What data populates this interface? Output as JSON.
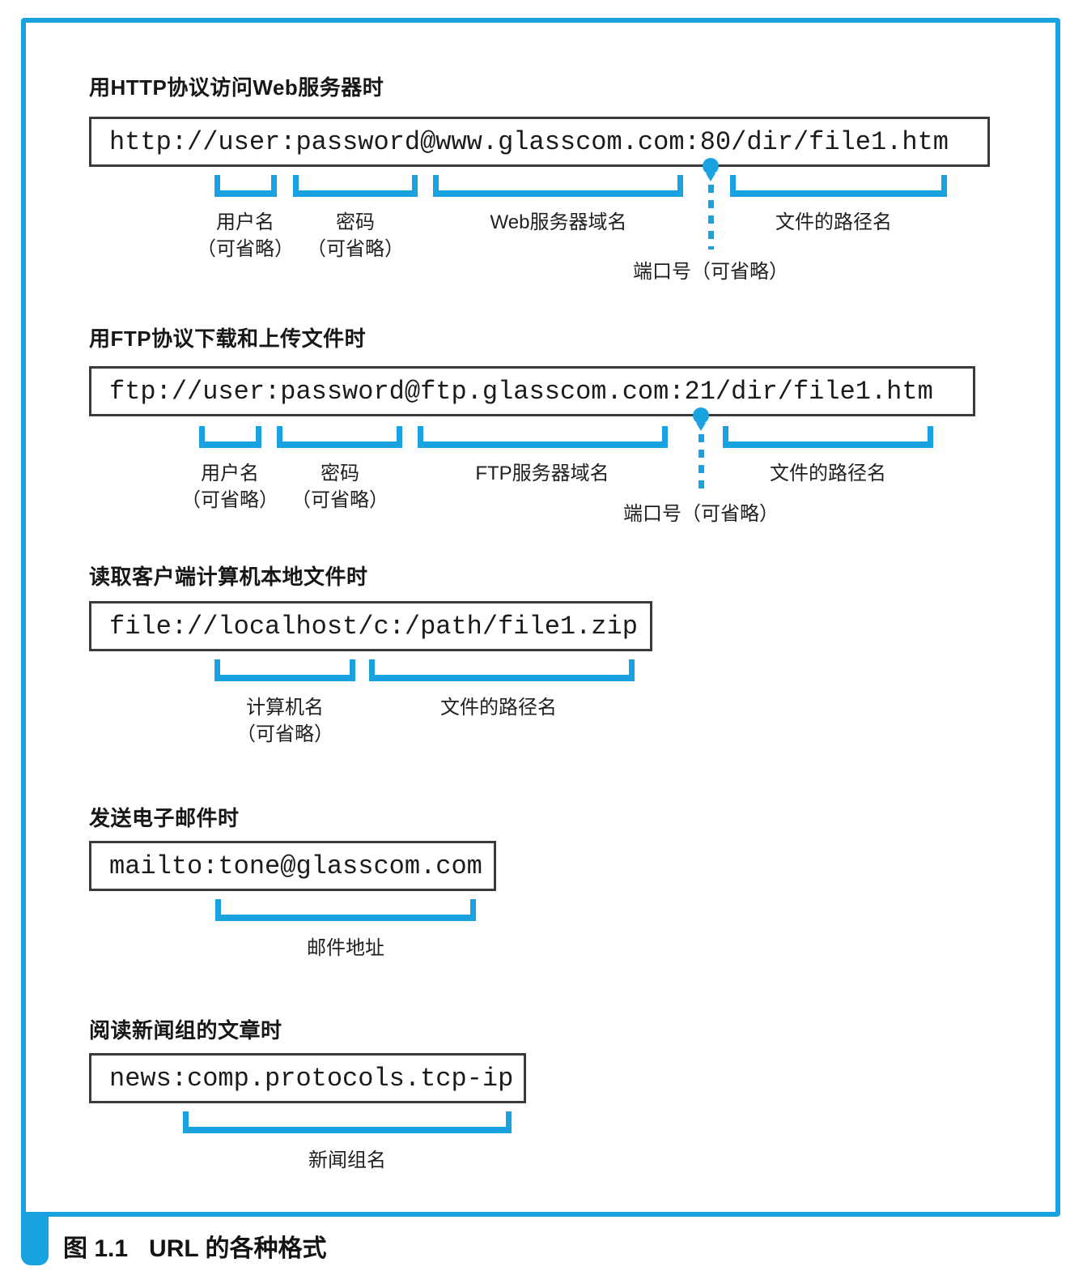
{
  "colors": {
    "accent": "#18a2e0",
    "box_border": "#3a3a3a",
    "text": "#1a1a1a"
  },
  "caption": {
    "prefix": "图 1.1",
    "title": "URL 的各种格式"
  },
  "sections": [
    {
      "id": "http",
      "heading": "用HTTP协议访问Web服务器时",
      "url": "http://user:password@www.glasscom.com:80/dir/file1.htm",
      "labels": {
        "username": "用户名",
        "username_note": "（可省略）",
        "password": "密码",
        "password_note": "（可省略）",
        "domain": "Web服务器域名",
        "path": "文件的路径名",
        "port": "端口号（可省略）"
      }
    },
    {
      "id": "ftp",
      "heading": "用FTP协议下载和上传文件时",
      "url": "ftp://user:password@ftp.glasscom.com:21/dir/file1.htm",
      "labels": {
        "username": "用户名",
        "username_note": "（可省略）",
        "password": "密码",
        "password_note": "（可省略）",
        "domain": "FTP服务器域名",
        "path": "文件的路径名",
        "port": "端口号（可省略）"
      }
    },
    {
      "id": "file",
      "heading": "读取客户端计算机本地文件时",
      "url": "file://localhost/c:/path/file1.zip",
      "labels": {
        "computer": "计算机名",
        "computer_note": "（可省略）",
        "path": "文件的路径名"
      }
    },
    {
      "id": "mailto",
      "heading": "发送电子邮件时",
      "url": "mailto:tone@glasscom.com",
      "labels": {
        "address": "邮件地址"
      }
    },
    {
      "id": "news",
      "heading": "阅读新闻组的文章时",
      "url": "news:comp.protocols.tcp-ip",
      "labels": {
        "group": "新闻组名"
      }
    }
  ]
}
